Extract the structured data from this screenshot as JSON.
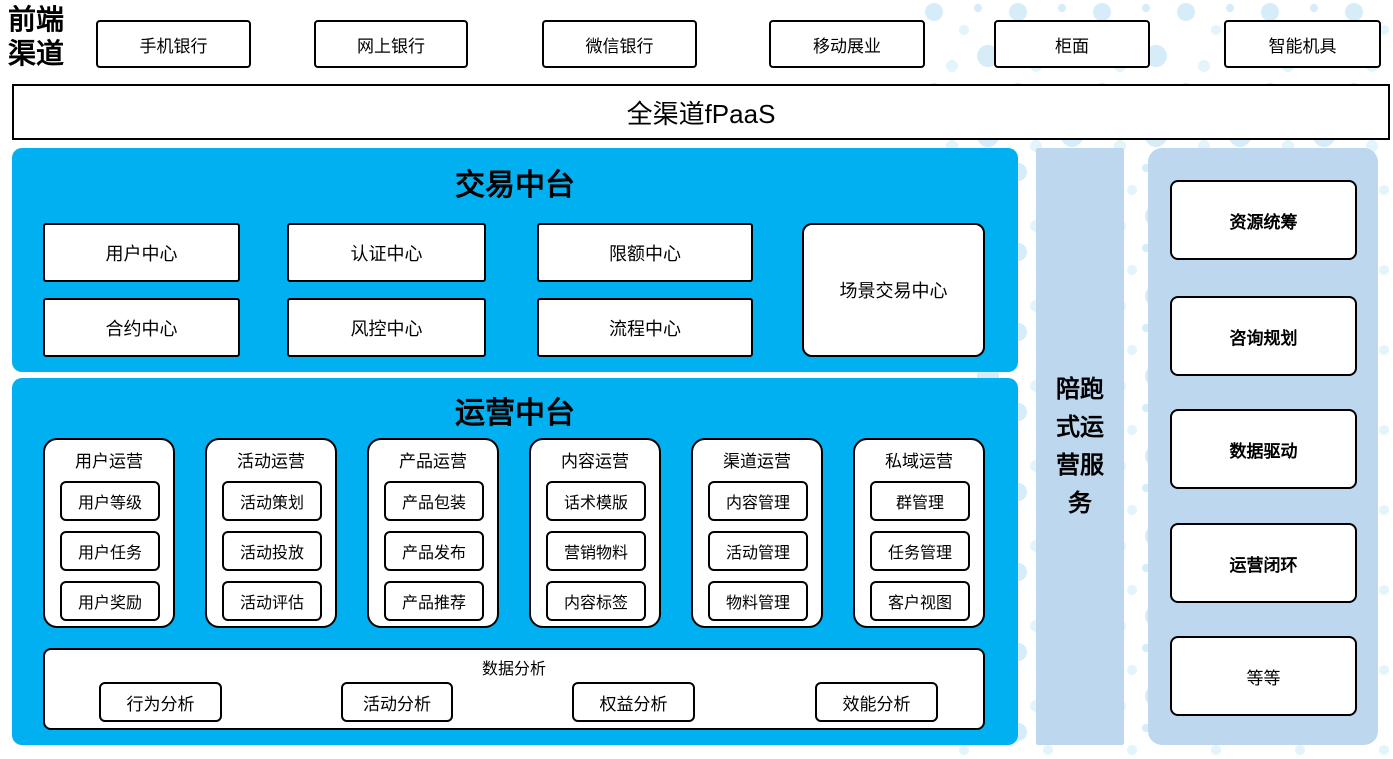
{
  "colors": {
    "primary_blue": "#00B0F0",
    "panel_blue": "#BDD7EE",
    "dot_blue": "#D6EDF9",
    "border": "#000000"
  },
  "frontend_channels": {
    "label": "前端渠道",
    "items": [
      "手机银行",
      "网上银行",
      "微信银行",
      "移动展业",
      "柜面",
      "智能机具"
    ]
  },
  "fpaas": {
    "label": "全渠道fPaaS"
  },
  "transaction_platform": {
    "title": "交易中台",
    "centers": [
      "用户中心",
      "认证中心",
      "限额中心",
      "合约中心",
      "风控中心",
      "流程中心"
    ],
    "scenario_center": "场景交易中心"
  },
  "operation_platform": {
    "title": "运营中台",
    "groups": [
      {
        "title": "用户运营",
        "items": [
          "用户等级",
          "用户任务",
          "用户奖励"
        ]
      },
      {
        "title": "活动运营",
        "items": [
          "活动策划",
          "活动投放",
          "活动评估"
        ]
      },
      {
        "title": "产品运营",
        "items": [
          "产品包装",
          "产品发布",
          "产品推荐"
        ]
      },
      {
        "title": "内容运营",
        "items": [
          "话术模版",
          "营销物料",
          "内容标签"
        ]
      },
      {
        "title": "渠道运营",
        "items": [
          "内容管理",
          "活动管理",
          "物料管理"
        ]
      },
      {
        "title": "私域运营",
        "items": [
          "群管理",
          "任务管理",
          "客户视图"
        ]
      }
    ],
    "data_analysis": {
      "title": "数据分析",
      "items": [
        "行为分析",
        "活动分析",
        "权益分析",
        "效能分析"
      ]
    }
  },
  "companion_service": {
    "label": "陪跑式运营服务"
  },
  "service_items": [
    "资源统筹",
    "咨询规划",
    "数据驱动",
    "运营闭环",
    "等等"
  ]
}
